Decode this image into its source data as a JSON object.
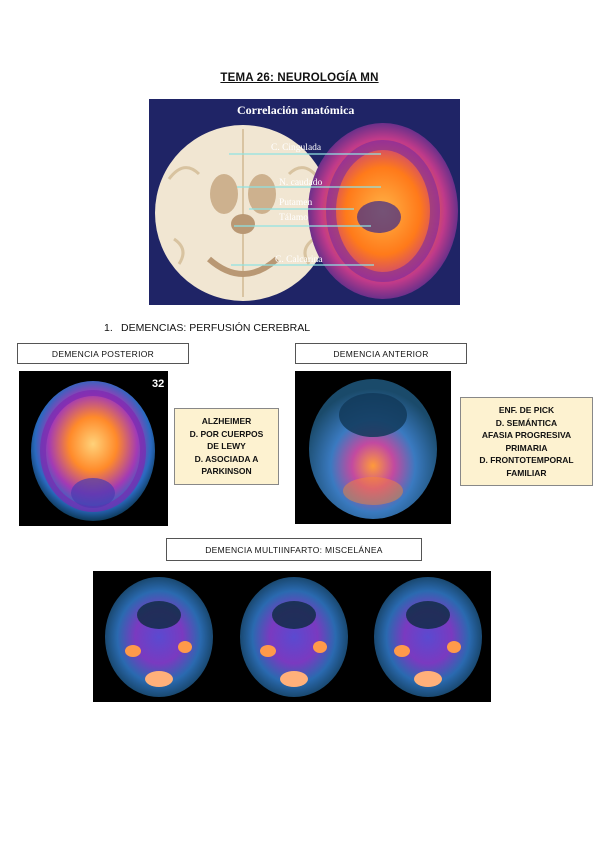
{
  "page": {
    "title": "TEMA 26: NEUROLOGÍA MN"
  },
  "anatomy_figure": {
    "heading": "Correlación anatómica",
    "labels": [
      "C. Cingulada",
      "N. caudado",
      "Putamen",
      "Tálamo",
      "C. Calcarina"
    ]
  },
  "section": {
    "number": "1.",
    "title": "DEMENCIAS: PERFUSIÓN CEREBRAL"
  },
  "posterior": {
    "label": "DEMENCIA POSTERIOR",
    "slice_number": "32",
    "notes": [
      "ALZHEIMER",
      "D. POR CUERPOS",
      "DE LEWY",
      "D. ASOCIADA A",
      "PARKINSON"
    ]
  },
  "anterior": {
    "label": "DEMENCIA ANTERIOR",
    "notes": [
      "ENF. DE PICK",
      "D. SEMÁNTICA",
      "AFASIA PROGRESIVA",
      "PRIMARIA",
      "D. FRONTOTEMPORAL",
      "FAMILIAR"
    ]
  },
  "multiinfarct": {
    "label": "DEMENCIA MULTIINFARTO: MISCELÁNEA"
  },
  "colors": {
    "anatomy_bg": "#1f2466",
    "note_bg": "#fdf2d0",
    "spect_bg": "#000000"
  }
}
